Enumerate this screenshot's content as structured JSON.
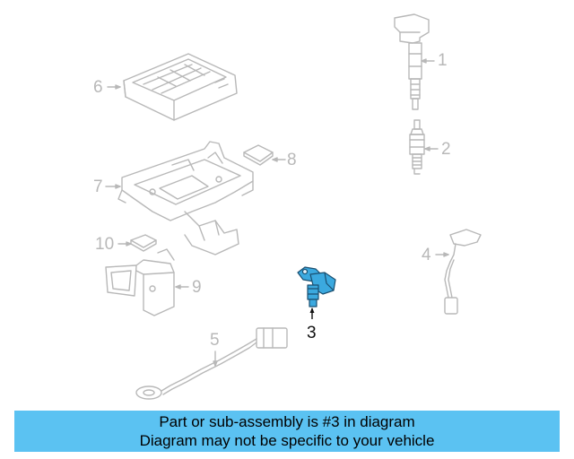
{
  "callouts": {
    "c1": "1",
    "c2": "2",
    "c3": "3",
    "c4": "4",
    "c5": "5",
    "c6": "6",
    "c7": "7",
    "c8": "8",
    "c9": "9",
    "c10": "10"
  },
  "banner": {
    "line1": "Part or sub-assembly is #3 in diagram",
    "line2": "Diagram may not be specific to your vehicle"
  },
  "colors": {
    "highlight_part": "#3ba9df",
    "inactive_part": "#b8b8b8",
    "banner": "#5bc2f2"
  }
}
